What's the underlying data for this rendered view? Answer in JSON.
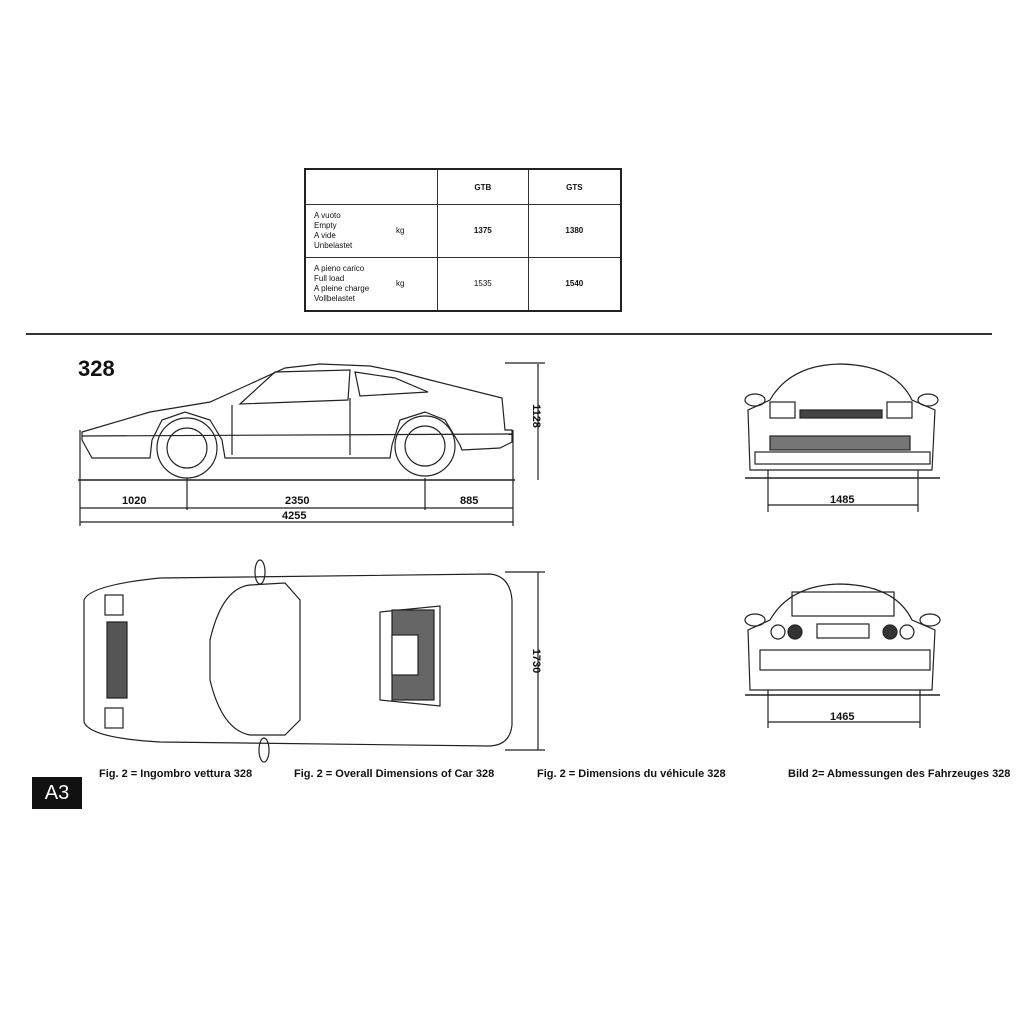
{
  "weights_table": {
    "columns": [
      "",
      "GTB",
      "GTS"
    ],
    "rows": [
      {
        "labels": [
          "A vuoto",
          "Empty",
          "A vide",
          "Unbelastet"
        ],
        "unit": "kg",
        "gtb": "1375",
        "gts": "1380"
      },
      {
        "labels": [
          "A pieno carico",
          "Full load",
          "A pleine charge",
          "Vollbelastet"
        ],
        "unit": "kg",
        "gtb": "1535",
        "gts": "1540"
      }
    ]
  },
  "model": "328",
  "dimensions": {
    "front_overhang": "1020",
    "wheelbase": "2350",
    "rear_overhang": "885",
    "overall_length": "4255",
    "height": "1128",
    "width": "1730",
    "front_track": "1485",
    "rear_track": "1465"
  },
  "captions": {
    "it": "Fig. 2 = Ingombro vettura 328",
    "en": "Fig. 2 = Overall Dimensions of Car 328",
    "fr": "Fig. 2 = Dimensions du véhicule 328",
    "de": "Bild 2= Abmessungen des Fahrzeuges 328"
  },
  "page_badge": "A3"
}
